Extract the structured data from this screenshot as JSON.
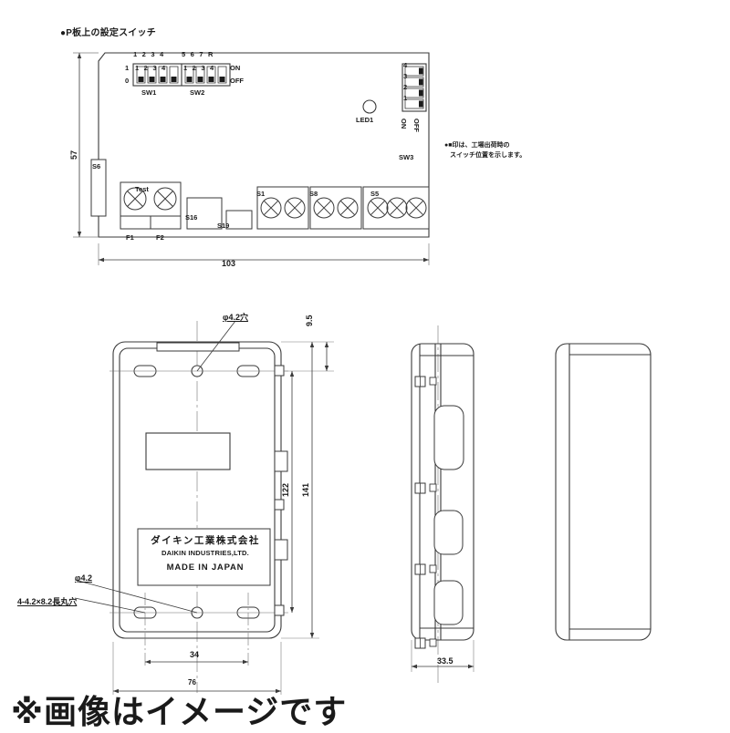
{
  "drawing": {
    "pcb_section": {
      "heading": "●P板上の設定スイッチ",
      "dim_height": "57",
      "dim_width": "103",
      "led_label": "LED1",
      "note_line1": "●■印は、工場出荷時の",
      "note_line2": "スイッチ位置を示します。",
      "dipswitch_rows": {
        "on": "ON",
        "off": "OFF",
        "one": "1",
        "zero": "0"
      },
      "sw1": {
        "name": "SW1",
        "top_numbers": [
          "1",
          "2",
          "3",
          "4"
        ],
        "inner_numbers": [
          "1",
          "2",
          "3",
          "4"
        ]
      },
      "sw2": {
        "name": "SW2",
        "top_numbers": [
          "5",
          "6",
          "7",
          "R"
        ],
        "inner_numbers": [
          "1",
          "2",
          "3",
          "4"
        ]
      },
      "sw3": {
        "name": "SW3",
        "numbers": [
          "4",
          "3",
          "2",
          "1"
        ],
        "on": "ON",
        "off": "OFF"
      },
      "connectors": [
        {
          "name": "S6"
        },
        {
          "name": "Test",
          "pins": [
            "F1",
            "F2"
          ]
        },
        {
          "name": "S16"
        },
        {
          "name": "S19"
        },
        {
          "name": "S1"
        },
        {
          "name": "S8"
        },
        {
          "name": "S5"
        }
      ]
    },
    "case_section": {
      "hole_top_label": "φ4.2穴",
      "hole_bottom_label": "φ4.2",
      "slot_label": "4-4.2×8.2長丸穴",
      "dim_9_5": "9.5",
      "dim_122": "122",
      "dim_141": "141",
      "dim_34": "34",
      "dim_76": "76",
      "dim_33_5": "33.5",
      "nameplate": {
        "line1": "ダイキン工業株式会社",
        "line2": "DAIKIN INDUSTRIES,LTD.",
        "line3": "MADE IN JAPAN"
      }
    },
    "footer_caption": "※画像はイメージです",
    "colors": {
      "line": "#3a3a3a",
      "thin": "#8a8a8a",
      "text": "#1a1a1a"
    }
  }
}
